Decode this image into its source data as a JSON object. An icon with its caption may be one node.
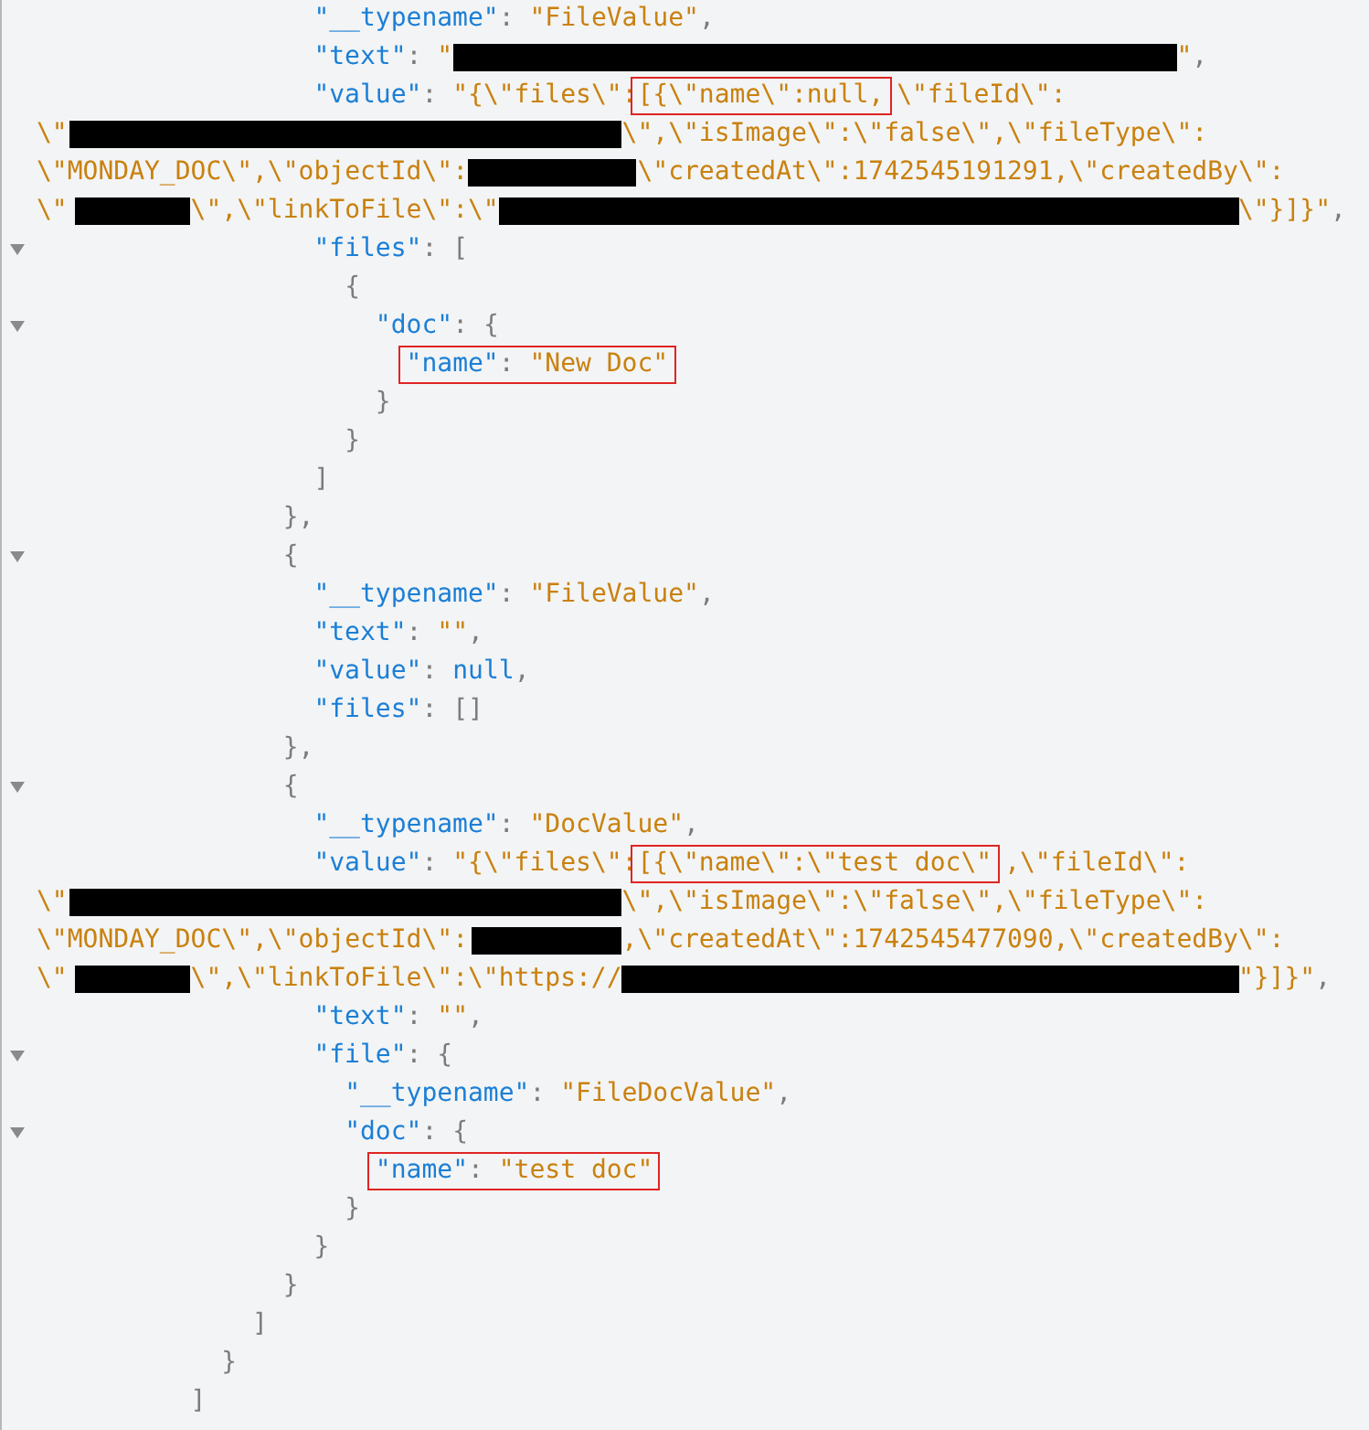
{
  "diagram": {
    "labels": [
      "\"__typename\": \"FileValue\",",
      "\"text\": \"",
      "\",",
      "\"value\": \"{\\\"files\\\":",
      "[{\\\"name\\\":null,",
      "\\\"fileId\\\":",
      "\\\"",
      "\\\",\\\"isImage\\\":\\\"false\\\",\\\"fileType\\\":",
      "\\\"MONDAY_DOC\\\",\\\"objectId\\\":",
      "\\\"createdAt\\\":1742545191291,\\\"createdBy\\\":",
      "\\\"",
      "\\\",\\\"linkToFile\\\":\\\"",
      "\\\"}]}\",",
      "\"files\": [",
      "{",
      "\"doc\": {",
      "\"name\": \"New Doc\"",
      "}",
      "}",
      "]",
      "},",
      "{",
      "\"__typename\": \"FileValue\",",
      "\"text\": \"\",",
      "\"value\": null,",
      "\"files\": []",
      "},",
      "{",
      "\"__typename\": \"DocValue\",",
      "\"value\": \"{\\\"files\\\":",
      "[{\\\"name\\\":\\\"test doc\\\"",
      ",\\\"fileId\\\":",
      "\\\"",
      "\\\",\\\"isImage\\\":\\\"false\\\",\\\"fileType\\\":",
      "\\\"MONDAY_DOC\\\",\\\"objectId\\\":",
      ",\\\"createdAt\\\":1742545477090,\\\"createdBy\\\":",
      "\\\"",
      "\\\",\\\"linkToFile\\\":\\\"https://",
      "\"}]}\",",
      "\"text\": \"\",",
      "\"file\": {",
      "\"__typename\": \"FileDocValue\",",
      "\"doc\": {",
      "\"name\": \"test doc\"",
      "}",
      "}",
      "}",
      "]",
      "}",
      "]"
    ]
  }
}
